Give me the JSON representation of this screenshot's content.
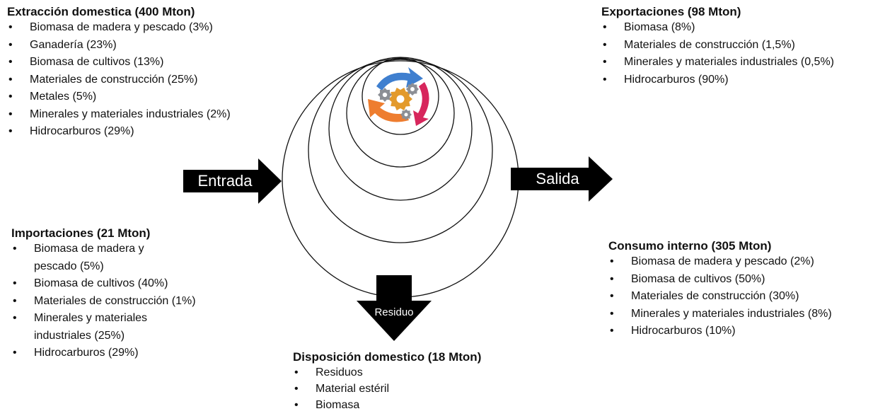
{
  "extraccion": {
    "title": "Extracción domestica (400 Mton)",
    "items": [
      "Biomasa de madera y pescado (3%)",
      "Ganadería (23%)",
      "Biomasa de cultivos (13%)",
      "Materiales de construcción (25%)",
      "Metales (5%)",
      "Minerales y materiales industriales (2%)",
      "Hidrocarburos (29%)"
    ]
  },
  "exportaciones": {
    "title": "Exportaciones (98 Mton)",
    "items": [
      "Biomasa (8%)",
      "Materiales de construcción (1,5%)",
      "Minerales y materiales industriales (0,5%)",
      "Hidrocarburos (90%)"
    ]
  },
  "importaciones": {
    "title": "Importaciones (21 Mton)",
    "items": [
      "Biomasa de madera y pescado (5%)",
      "Biomasa de cultivos (40%)",
      "Materiales de construcción (1%)",
      "Minerales y materiales industriales (25%)",
      "Hidrocarburos (29%)"
    ]
  },
  "consumo": {
    "title": "Consumo interno (305 Mton)",
    "items": [
      "Biomasa de madera y pescado (2%)",
      "Biomasa de cultivos (50%)",
      "Materiales de construcción (30%)",
      "Minerales y materiales industriales (8%)",
      "Hidrocarburos (10%)"
    ]
  },
  "disposicion": {
    "title": "Disposición domestico (18 Mton)",
    "items": [
      "Residuos",
      "Material estéril",
      "Biomasa"
    ]
  },
  "arrows": {
    "entrada": "Entrada",
    "salida": "Salida",
    "residuo": "Residuo"
  },
  "icon": "recycling-gears-icon",
  "colors": {
    "arrow": "#000000",
    "cycle_blue": "#3f7fcf",
    "cycle_orange": "#ee7d2f",
    "cycle_magenta": "#d7265c",
    "gear": "#8c8f95"
  }
}
